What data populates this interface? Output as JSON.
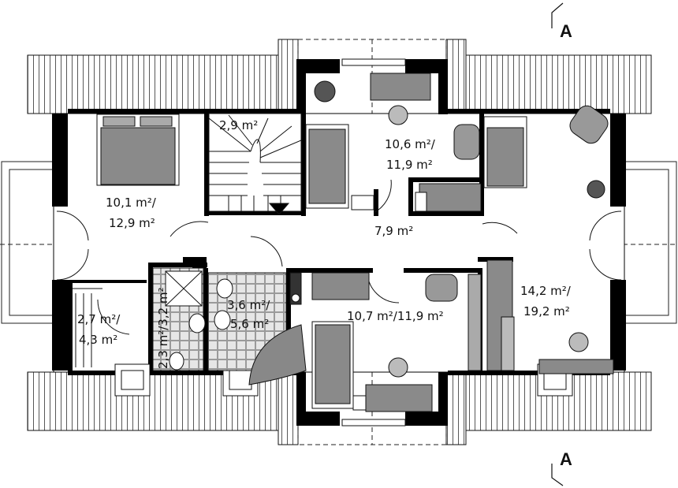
{
  "section_marks": {
    "top": "A",
    "bottom": "A"
  },
  "rooms": {
    "bedroom_left": {
      "line1": "10,1 m²/",
      "line2": "12,9 m²"
    },
    "stair": {
      "line1": "2,9 m²"
    },
    "room_top_mid": {
      "line1": "10,6 m²/",
      "line2": "11,9 m²"
    },
    "hall": {
      "line1": "7,9 m²"
    },
    "closet_left": {
      "line1": "2,7 m²/",
      "line2": "4,3 m²"
    },
    "wc": {
      "line1": "2,3 m²/3,2 m²"
    },
    "bath": {
      "line1": "3,6 m²/",
      "line2": "5,6 m²"
    },
    "room_bottom_mid": {
      "line1": "10,7 m²/11,9 m²"
    },
    "room_right": {
      "line1": "14,2 m²/",
      "line2": "19,2 m²"
    }
  },
  "colors": {
    "wall": "#000000",
    "furniture": "#8a8a8a",
    "roof_hatch": "#111111",
    "tile": "#9a9a9a"
  }
}
